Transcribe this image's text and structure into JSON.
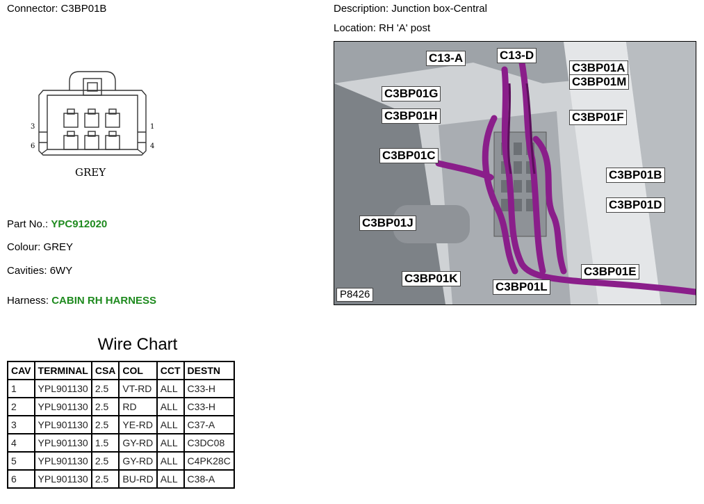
{
  "header": {
    "connector_label": "Connector:",
    "connector_value": "C3BP01B",
    "description_label": "Description:",
    "description_value": "Junction box-Central",
    "location_label": "Location:",
    "location_value": "RH 'A' post"
  },
  "connector": {
    "colour_text": "GREY",
    "pin_labels": [
      "3",
      "1",
      "6",
      "4"
    ]
  },
  "details": {
    "part_label": "Part No.:",
    "part_value": "YPC912020",
    "colour_label": "Colour:",
    "colour_value": "GREY",
    "cavities_label": "Cavities:",
    "cavities_value": "6WY",
    "harness_label": "Harness:",
    "harness_value": "CABIN RH HARNESS"
  },
  "wire_chart": {
    "title": "Wire Chart",
    "columns": [
      "CAV",
      "TERMINAL",
      "CSA",
      "COL",
      "CCT",
      "DESTN"
    ],
    "rows": [
      [
        "1",
        "YPL901130",
        "2.5",
        "VT-RD",
        "ALL",
        "C33-H"
      ],
      [
        "2",
        "YPL901130",
        "2.5",
        "RD",
        "ALL",
        "C33-H"
      ],
      [
        "3",
        "YPL901130",
        "2.5",
        "YE-RD",
        "ALL",
        "C37-A"
      ],
      [
        "4",
        "YPL901130",
        "1.5",
        "GY-RD",
        "ALL",
        "C3DC08"
      ],
      [
        "5",
        "YPL901130",
        "2.5",
        "GY-RD",
        "ALL",
        "C4PK28C"
      ],
      [
        "6",
        "YPL901130",
        "2.5",
        "BU-RD",
        "ALL",
        "C38-A"
      ]
    ]
  },
  "photo": {
    "plate": "P8426",
    "callouts": {
      "c13a": "C13-A",
      "c13d": "C13-D",
      "a": "C3BP01A",
      "m": "C3BP01M",
      "g": "C3BP01G",
      "h": "C3BP01H",
      "f": "C3BP01F",
      "c": "C3BP01C",
      "b": "C3BP01B",
      "d": "C3BP01D",
      "j": "C3BP01J",
      "e": "C3BP01E",
      "k": "C3BP01K",
      "l": "C3BP01L"
    }
  },
  "colors": {
    "accent_green": "#1e8a1e",
    "harness_purple": "#8a1e8a"
  }
}
